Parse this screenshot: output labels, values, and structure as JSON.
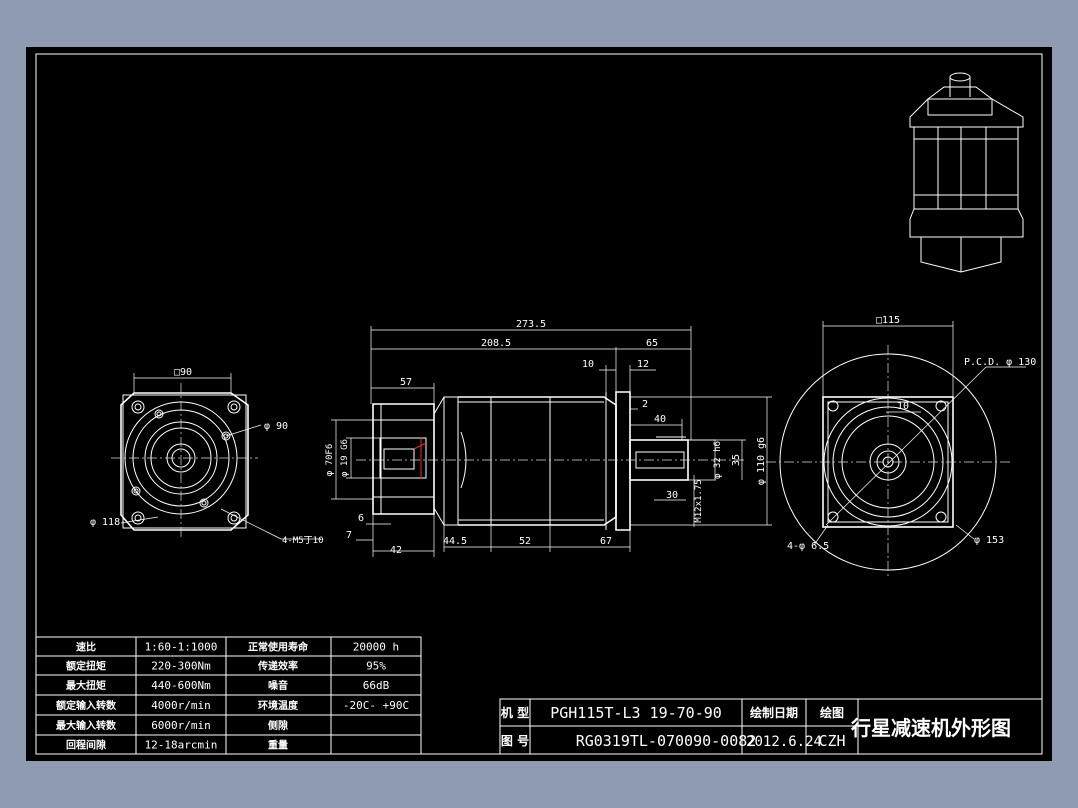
{
  "spec_table": {
    "rows": [
      {
        "label1": "速比",
        "value1": "1:60-1:1000",
        "label2": "正常使用寿命",
        "value2": "20000  h"
      },
      {
        "label1": "额定扭矩",
        "value1": "220-300Nm",
        "label2": "传递效率",
        "value2": "95%"
      },
      {
        "label1": "最大扭矩",
        "value1": "440-600Nm",
        "label2": "噪音",
        "value2": "66dB"
      },
      {
        "label1": "额定输入转数",
        "value1": "4000r/min",
        "label2": "环境温度",
        "value2": "-20C-  +90C"
      },
      {
        "label1": "最大输入转数",
        "value1": "6000r/min",
        "label2": "侧隙",
        "value2": ""
      },
      {
        "label1": "回程间隙",
        "value1": "12-18arcmin",
        "label2": "重量",
        "value2": ""
      }
    ]
  },
  "title_block": {
    "model_label": "机 型",
    "model_value": "PGH115T-L3 19-70-90",
    "drawing_no_label": "图 号",
    "drawing_no_value": "RG0319TL-070090-0082",
    "date_label": "绘制日期",
    "date_value": "2012.6.24",
    "drawer_label": "绘图",
    "drawer_value": "CZH",
    "title": "行星减速机外形图"
  },
  "dimensions": {
    "left_square": "□90",
    "left_dia_90": "φ 90",
    "left_dia_118": "φ 118",
    "left_holes": "4-M5丁10",
    "side_len_total": "273.5",
    "side_len_208": "208.5",
    "side_len_65": "65",
    "side_10": "10",
    "side_12": "12",
    "side_57": "57",
    "side_2": "2",
    "side_40": "40",
    "side_dia_70": "φ 70F6",
    "side_dia_19": "φ 19 G6",
    "side_dia_32": "φ 32 h6",
    "side_35": "35",
    "side_dia_110": "φ 110 g6",
    "side_30": "30",
    "side_m12": "M12x1.75",
    "side_6": "6",
    "side_7": "7",
    "side_42": "42",
    "side_44_5": "44.5",
    "side_52": "52",
    "side_67": "67",
    "right_square": "□115",
    "right_pcd": "P.C.D. φ 130",
    "right_10": "10",
    "right_holes": "4-φ 6.5",
    "right_dia_153": "φ 153"
  },
  "colors": {
    "sheet": "#000000",
    "frame": "#ffffff",
    "background": "#8f9bb0",
    "accent_red": "#e03030"
  }
}
